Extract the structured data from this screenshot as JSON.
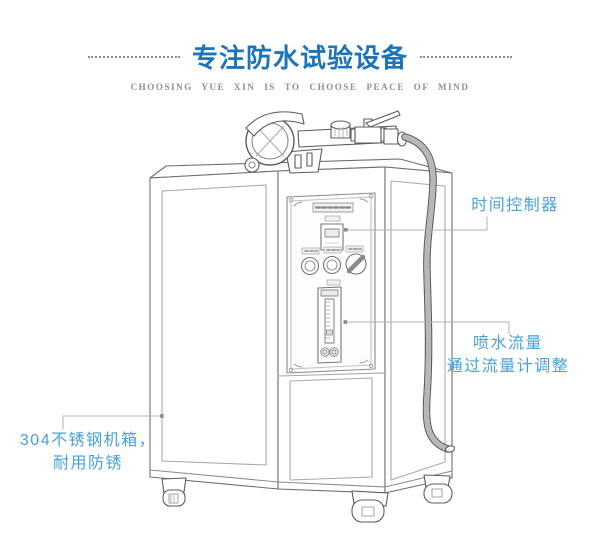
{
  "header": {
    "title": "专注防水试验设备",
    "subtitle": "CHOOSING YUE XIN IS TO CHOOSE PEACE OF MIND"
  },
  "annotations": {
    "timer": {
      "text": "时间控制器"
    },
    "flow": {
      "line1": "喷水流量",
      "line2": "通过流量计调整"
    },
    "case": {
      "line1": "304不锈钢机箱，",
      "line2": "耐用防锈"
    }
  },
  "colors": {
    "title_blue": "#1c74b9",
    "annotation_blue": "#46a1da",
    "subtitle_gray": "#8f8f8f",
    "line_art_gray": "#6a6a6a",
    "callout_line_gray": "#b3b3b3"
  },
  "illustration": {
    "subject": "waterproof spray test machine line drawing",
    "parts": [
      "spray-gun",
      "valve-lever",
      "corrugated-hose",
      "control-panel",
      "timer-display",
      "control-knobs",
      "flow-meter",
      "cabinet",
      "caster-wheels"
    ]
  }
}
